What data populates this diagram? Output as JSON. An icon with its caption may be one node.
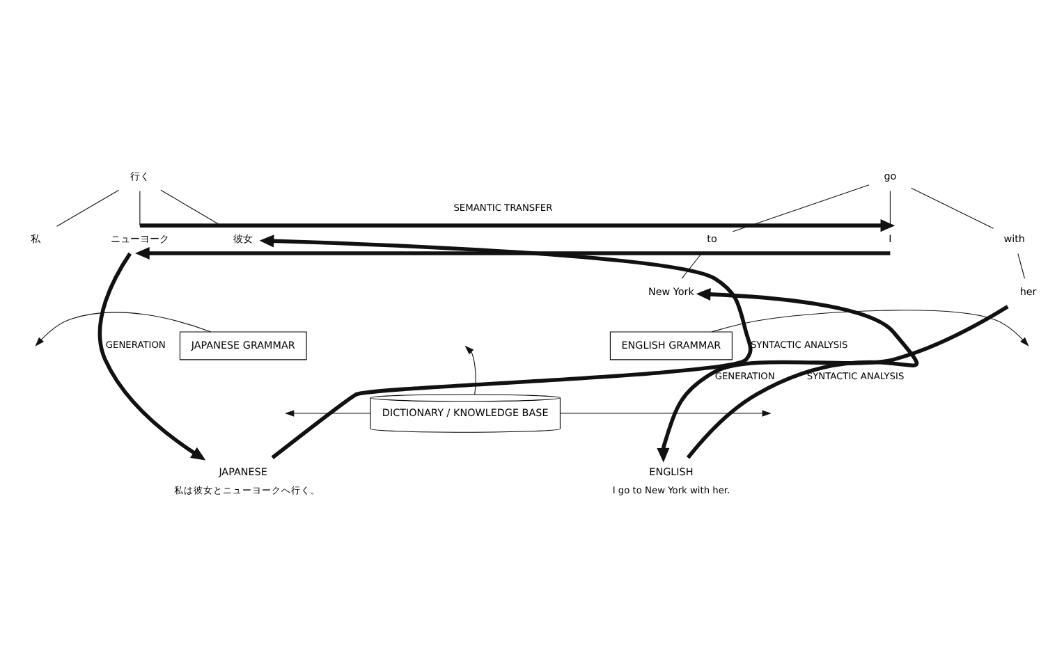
{
  "diagram": {
    "nodes": [
      {
        "text": [
          "行く"
        ]
      },
      {
        "text": [
          "私"
        ]
      },
      {
        "text": [
          "彼女"
        ]
      },
      {
        "text": [
          "ニューヨーク"
        ]
      },
      {
        "text": [
          "go"
        ]
      },
      {
        "text": [
          "I"
        ]
      },
      {
        "text": [
          "to"
        ]
      },
      {
        "text": [
          "with"
        ]
      },
      {
        "text": [
          "New York"
        ]
      },
      {
        "text": [
          "her"
        ]
      },
      {
        "text": [
          "JAPANESE GRAMMAR"
        ]
      },
      {
        "text": [
          "ENGLISH GRAMMAR"
        ]
      },
      {
        "text": [
          "DICTIONARY / KNOWLEDGE BASE"
        ]
      },
      {
        "text": [
          "JAPANESE"
        ],
        "beside": [
          "私は彼女とニューヨークへ行く。"
        ]
      },
      {
        "text": [
          "ENGLISH"
        ],
        "beside": [
          "I go to New York with her."
        ]
      }
    ],
    "edges": [
      {
        "from": 0,
        "to": 1,
        "arrow": "none"
      },
      {
        "from": 0,
        "to": 2,
        "arrow": "none"
      },
      {
        "from": 0,
        "to": 3,
        "arrow": "none"
      },
      {
        "from": 4,
        "to": 5,
        "arrow": "none"
      },
      {
        "from": 4,
        "to": 6,
        "arrow": "none"
      },
      {
        "from": 4,
        "to": 7,
        "arrow": "none"
      },
      {
        "from": 6,
        "to": 8,
        "arrow": "none"
      },
      {
        "from": 7,
        "to": 9,
        "arrow": "none"
      },
      {
        "from": 3,
        "to": 5,
        "arrow": "to",
        "label": "SEMANTIC TRANSFER",
        "style": "thick"
      },
      {
        "from": 5,
        "to": 3,
        "arrow": "to",
        "style": "thick"
      },
      {
        "from": 13,
        "to": 2,
        "arrow": "to",
        "label": "SYNTACTIC ANALYSIS",
        "style": "thick"
      },
      {
        "from": 3,
        "to": 13,
        "arrow": "to",
        "label": "GENERATION",
        "style": "thick"
      },
      {
        "from": 14,
        "to": 8,
        "arrow": "to",
        "label": "SYNTACTIC ANALYSIS",
        "style": "thick"
      },
      {
        "from": 9,
        "to": 14,
        "arrow": "to",
        "label": "GENERATION",
        "style": "thick"
      },
      {
        "from": 12,
        "to": null,
        "arrow": "to"
      },
      {
        "from": 10,
        "to": null,
        "arrow": "to"
      },
      {
        "from": 11,
        "to": null,
        "arrow": "to"
      },
      {
        "from": 12,
        "to": null,
        "arrow": "to"
      },
      {
        "from": 12,
        "to": null,
        "arrow": "to"
      }
    ]
  }
}
